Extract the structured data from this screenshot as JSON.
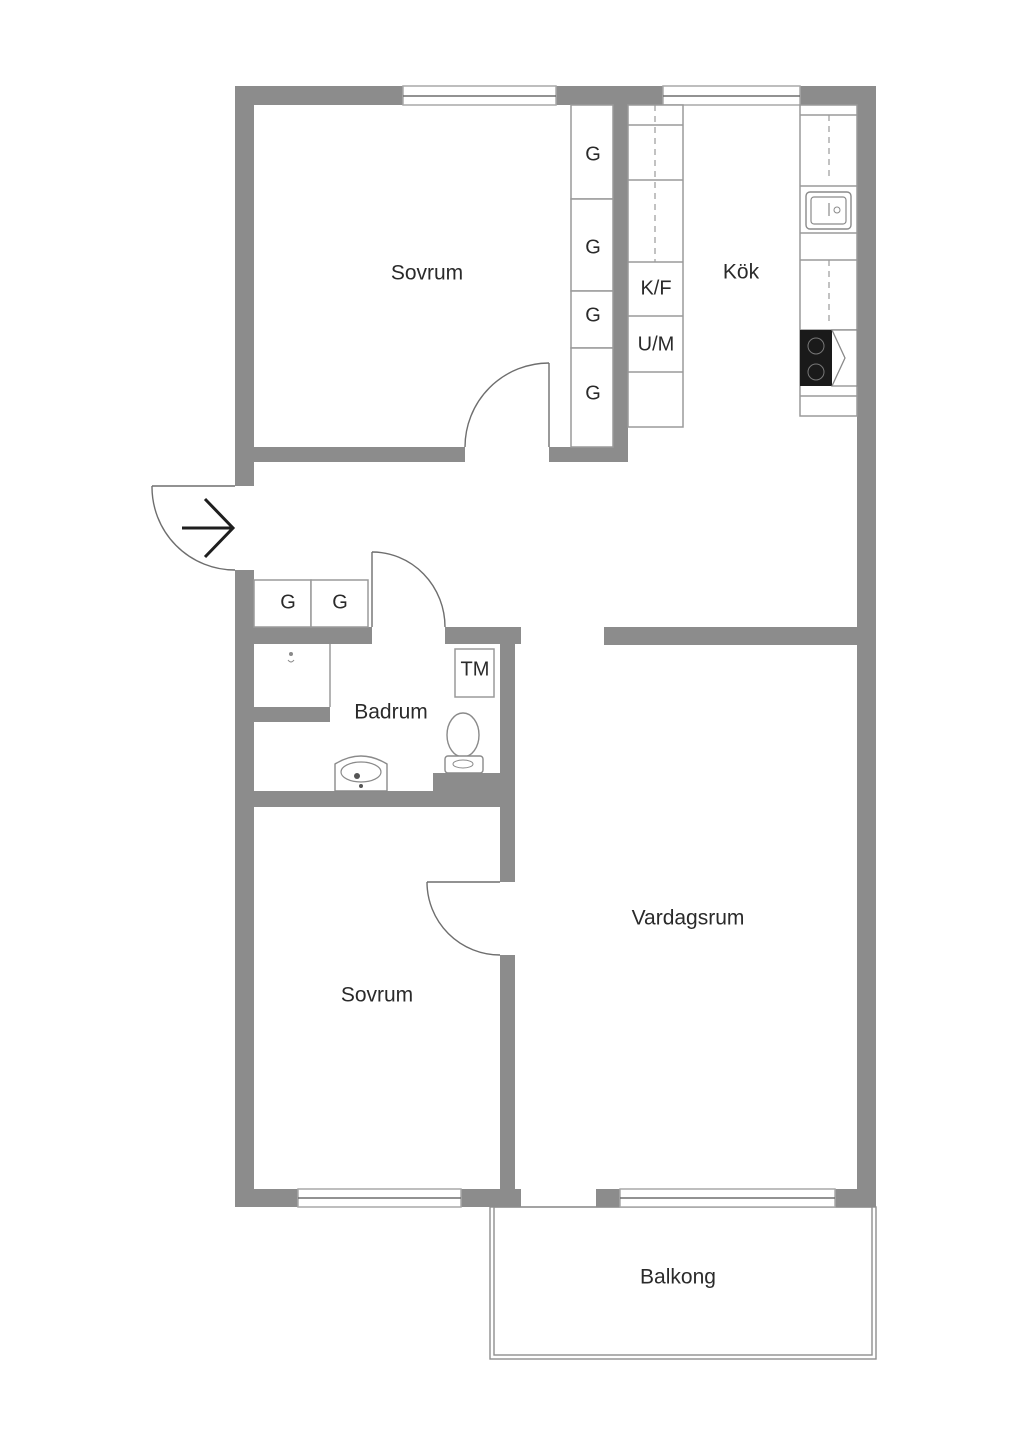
{
  "rooms": {
    "bedroom_north": "Sovrum",
    "kitchen": "Kök",
    "bathroom": "Badrum",
    "bedroom_south": "Sovrum",
    "living_room": "Vardagsrum",
    "balcony": "Balkong"
  },
  "storage": {
    "bedroom_wardrobes": [
      "G",
      "G",
      "G",
      "G"
    ],
    "fridge_freezer": "K/F",
    "dishwasher_microwave": "U/M",
    "hall_wardrobes": [
      "G",
      "G"
    ],
    "washing_machine": "TM"
  },
  "colors": {
    "wall": "#8c8c8c",
    "line": "#9a9a9a",
    "text": "#2a2a2a",
    "background": "#ffffff"
  }
}
